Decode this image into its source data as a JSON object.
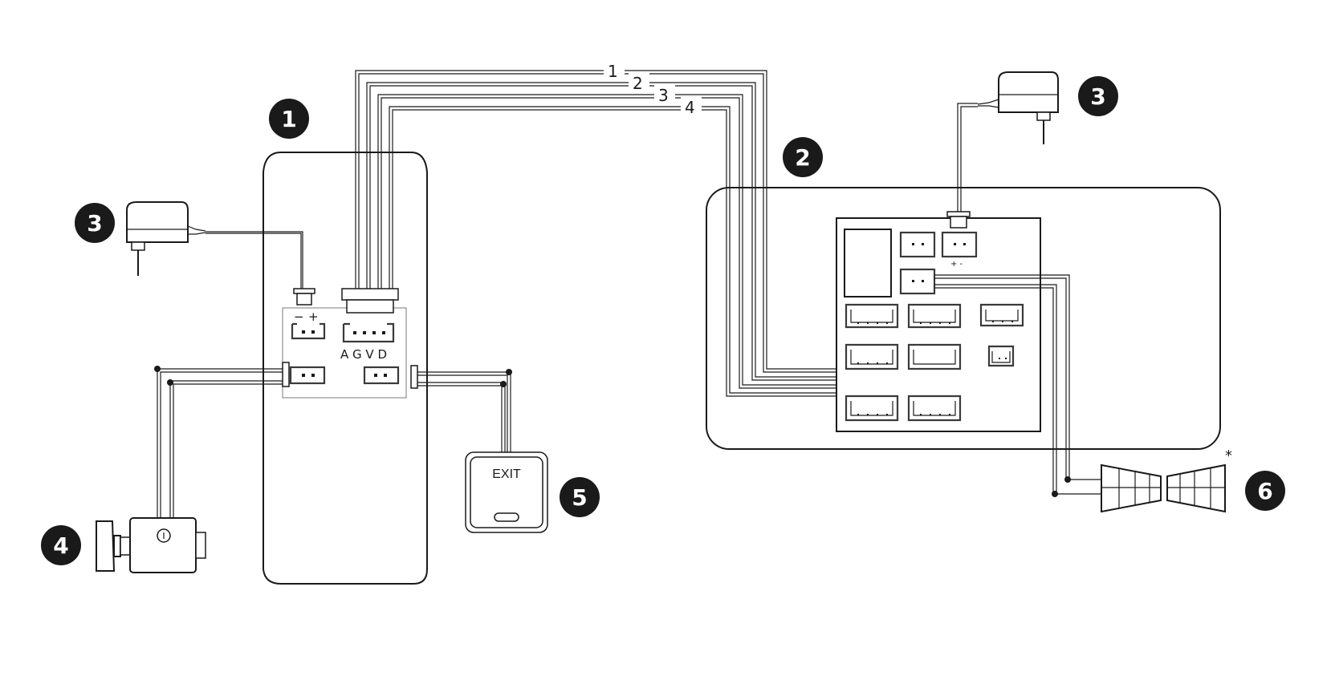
{
  "badges": {
    "reader": "1",
    "controller": "2",
    "power_left": "3",
    "power_right": "3",
    "lock": "4",
    "exit_button": "5",
    "siren": "6"
  },
  "wires": {
    "w1": "1",
    "w2": "2",
    "w3": "3",
    "w4": "4"
  },
  "reader_terminals": {
    "minus": "−",
    "plus": "+",
    "bus": "A G V D"
  },
  "controller_terminals": {
    "power_polarity": "+ -"
  },
  "exit_button": {
    "label": "EXIT"
  },
  "siren": {
    "note_mark": "*"
  },
  "colors": {
    "line": "#1a1a1a",
    "badge_fill": "#1a1a1a",
    "connector": "#3a3a3a",
    "background": "#ffffff"
  }
}
